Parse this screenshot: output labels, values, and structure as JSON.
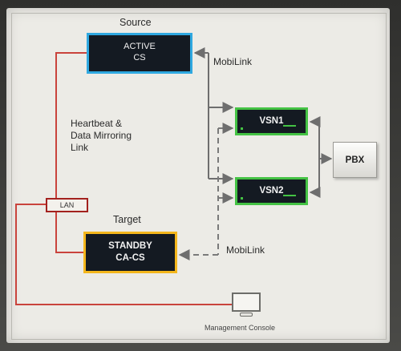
{
  "labels": {
    "source": "Source",
    "target": "Target",
    "mobilink_top": "MobiLink",
    "mobilink_bottom": "MobiLink",
    "heartbeat_line1": "Heartbeat &",
    "heartbeat_line2": "Data Mirroring",
    "heartbeat_line3": "Link",
    "lan": "LAN",
    "management_console": "Management Console"
  },
  "nodes": {
    "active_line1": "ACTIVE",
    "active_line2": "CS",
    "standby_line1": "STANDBY",
    "standby_line2": "CA-CS",
    "vsn1": "VSN1",
    "vsn2": "VSN2",
    "pbx": "PBX"
  },
  "colors": {
    "active_border": "#2fa8e0",
    "standby_border": "#f4b61c",
    "vsn_border": "#44c244",
    "lan_line": "#c9433c",
    "link_line": "#6e6e6e"
  }
}
